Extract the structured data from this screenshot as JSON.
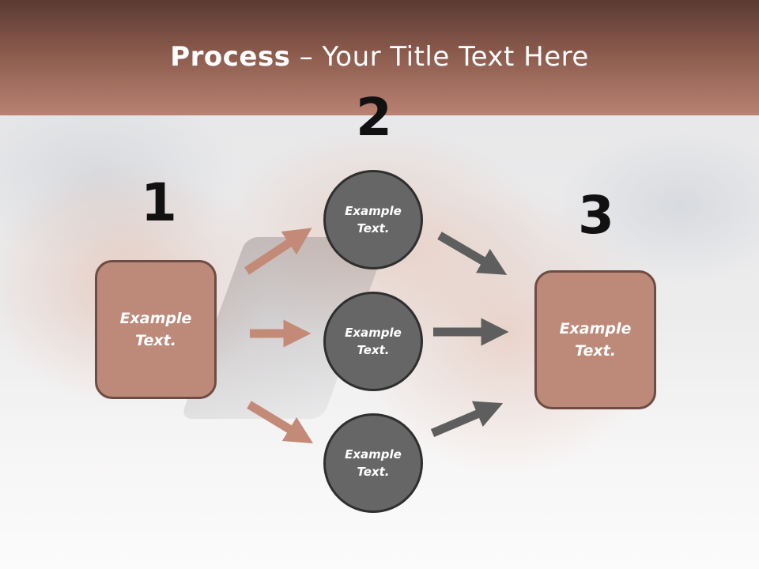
{
  "slide": {
    "title_bold": "Process",
    "title_rest": " – Your Title Text Here"
  },
  "steps": [
    {
      "number": "1",
      "text": "Example\nText."
    },
    {
      "number": "2",
      "text": ""
    },
    {
      "number": "3",
      "text": "Example\nText."
    }
  ],
  "circles": [
    {
      "text": "Example\nText."
    },
    {
      "text": "Example\nText."
    },
    {
      "text": "Example\nText."
    }
  ],
  "colors": {
    "header": "#8a5a4c",
    "box_fill": "#bd8a79",
    "box_border": "#6e4c44",
    "circle_fill": "#666666",
    "circle_border": "#2f2f2f",
    "arrow_in": "#c48a78",
    "arrow_out": "#5e5e5e"
  }
}
